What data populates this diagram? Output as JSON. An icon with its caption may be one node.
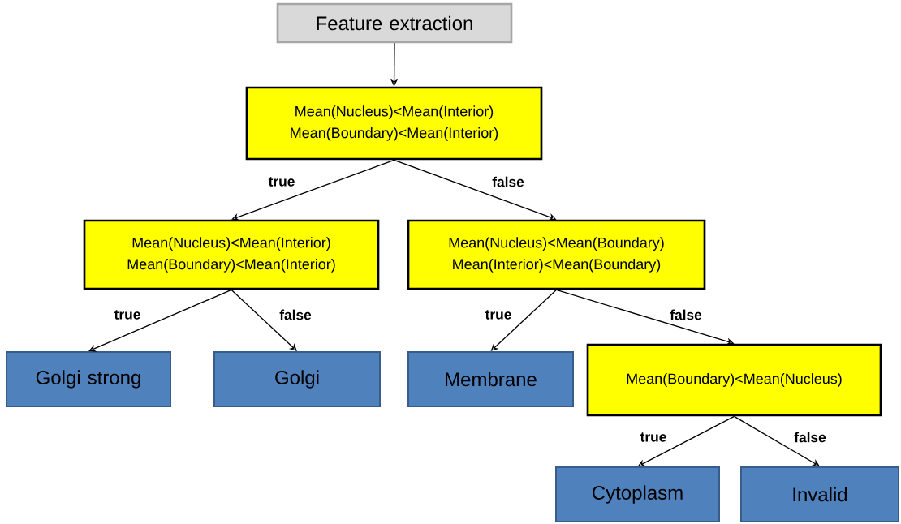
{
  "diagram": {
    "nodes": [
      {
        "text": [
          "Feature extraction"
        ]
      },
      {
        "text": [
          "Mean(Nucleus)<Mean(Interior) Mean(Boundary)<Mean(Interior)"
        ]
      },
      {
        "text": [
          "Mean(Nucleus)<Mean(Interior) Mean(Boundary)<Mean(Interior)"
        ]
      },
      {
        "text": [
          "Mean(Nucleus)<Mean(Boundary) Mean(Interior)<Mean(Boundary)"
        ]
      },
      {
        "text": [
          "Golgi strong"
        ]
      },
      {
        "text": [
          "Golgi"
        ]
      },
      {
        "text": [
          "Membrane"
        ]
      },
      {
        "text": [
          "Mean(Boundary)<Mean(Nucleus)"
        ]
      },
      {
        "text": [
          "Cytoplasm"
        ]
      },
      {
        "text": [
          "Invalid"
        ]
      }
    ],
    "edges": [
      {
        "from": 0,
        "to": 1,
        "arrow": "to"
      },
      {
        "from": 1,
        "to": 2,
        "arrow": "to",
        "label": "true"
      },
      {
        "from": 1,
        "to": 3,
        "arrow": "to",
        "label": "false"
      },
      {
        "from": 2,
        "to": 4,
        "arrow": "to",
        "label": "true"
      },
      {
        "from": 2,
        "to": 5,
        "arrow": "to",
        "label": "false"
      },
      {
        "from": 3,
        "to": 6,
        "arrow": "to",
        "label": "true"
      },
      {
        "from": 3,
        "to": 7,
        "arrow": "to",
        "label": "false"
      },
      {
        "from": 7,
        "to": 8,
        "arrow": "to",
        "label": "true"
      },
      {
        "from": 7,
        "to": 9,
        "arrow": "to",
        "label": "false"
      }
    ]
  }
}
